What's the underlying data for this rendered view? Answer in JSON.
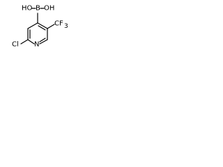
{
  "structure": {
    "atoms": {
      "ho_left": "HO",
      "b": "B",
      "oh_right": "OH",
      "cf3": "CF",
      "cf3_subscript": "3",
      "cl": "Cl",
      "n": "N"
    }
  }
}
